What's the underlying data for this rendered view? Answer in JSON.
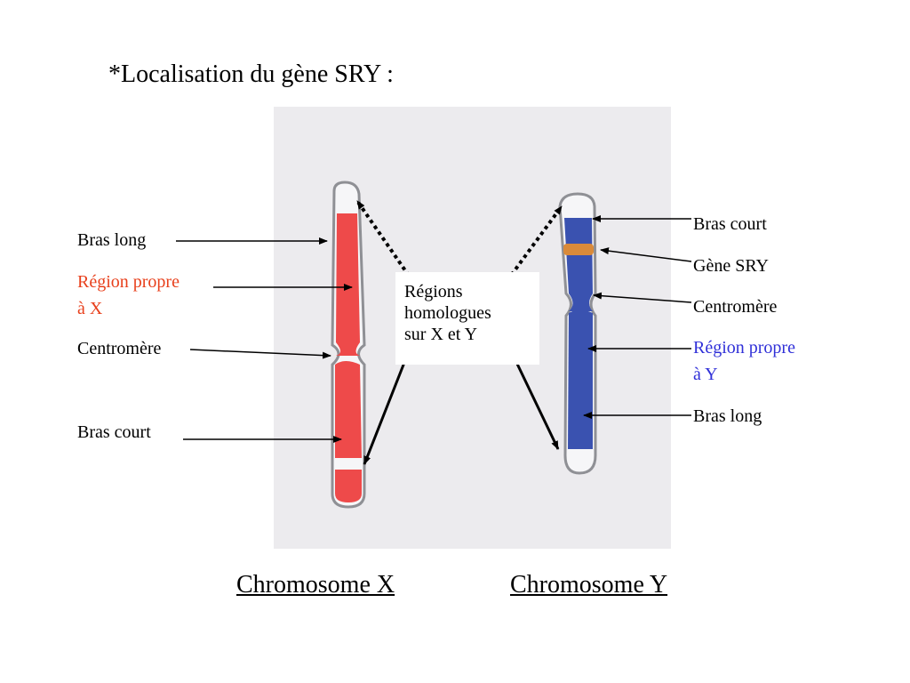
{
  "title": "*Localisation du gène SRY :",
  "chromosome_x": {
    "caption": "Chromosome X",
    "labels": {
      "bras_long": "Bras long",
      "region_propre_line1": "Région propre",
      "region_propre_line2": "à X",
      "centromere": "Centromère",
      "bras_court": "Bras court"
    },
    "color": "#e8401c"
  },
  "chromosome_y": {
    "caption": "Chromosome Y",
    "labels": {
      "bras_court": "Bras court",
      "gene_sry": "Gène SRY",
      "centromere": "Centromère",
      "region_propre_line1": "Région propre",
      "region_propre_line2": "à Y",
      "bras_long": "Bras long"
    },
    "color": "#3030d8"
  },
  "homologous_box": {
    "line1": "Régions",
    "line2": "homologues",
    "line3": "sur X et Y"
  },
  "gene_color": "#d98a3a"
}
